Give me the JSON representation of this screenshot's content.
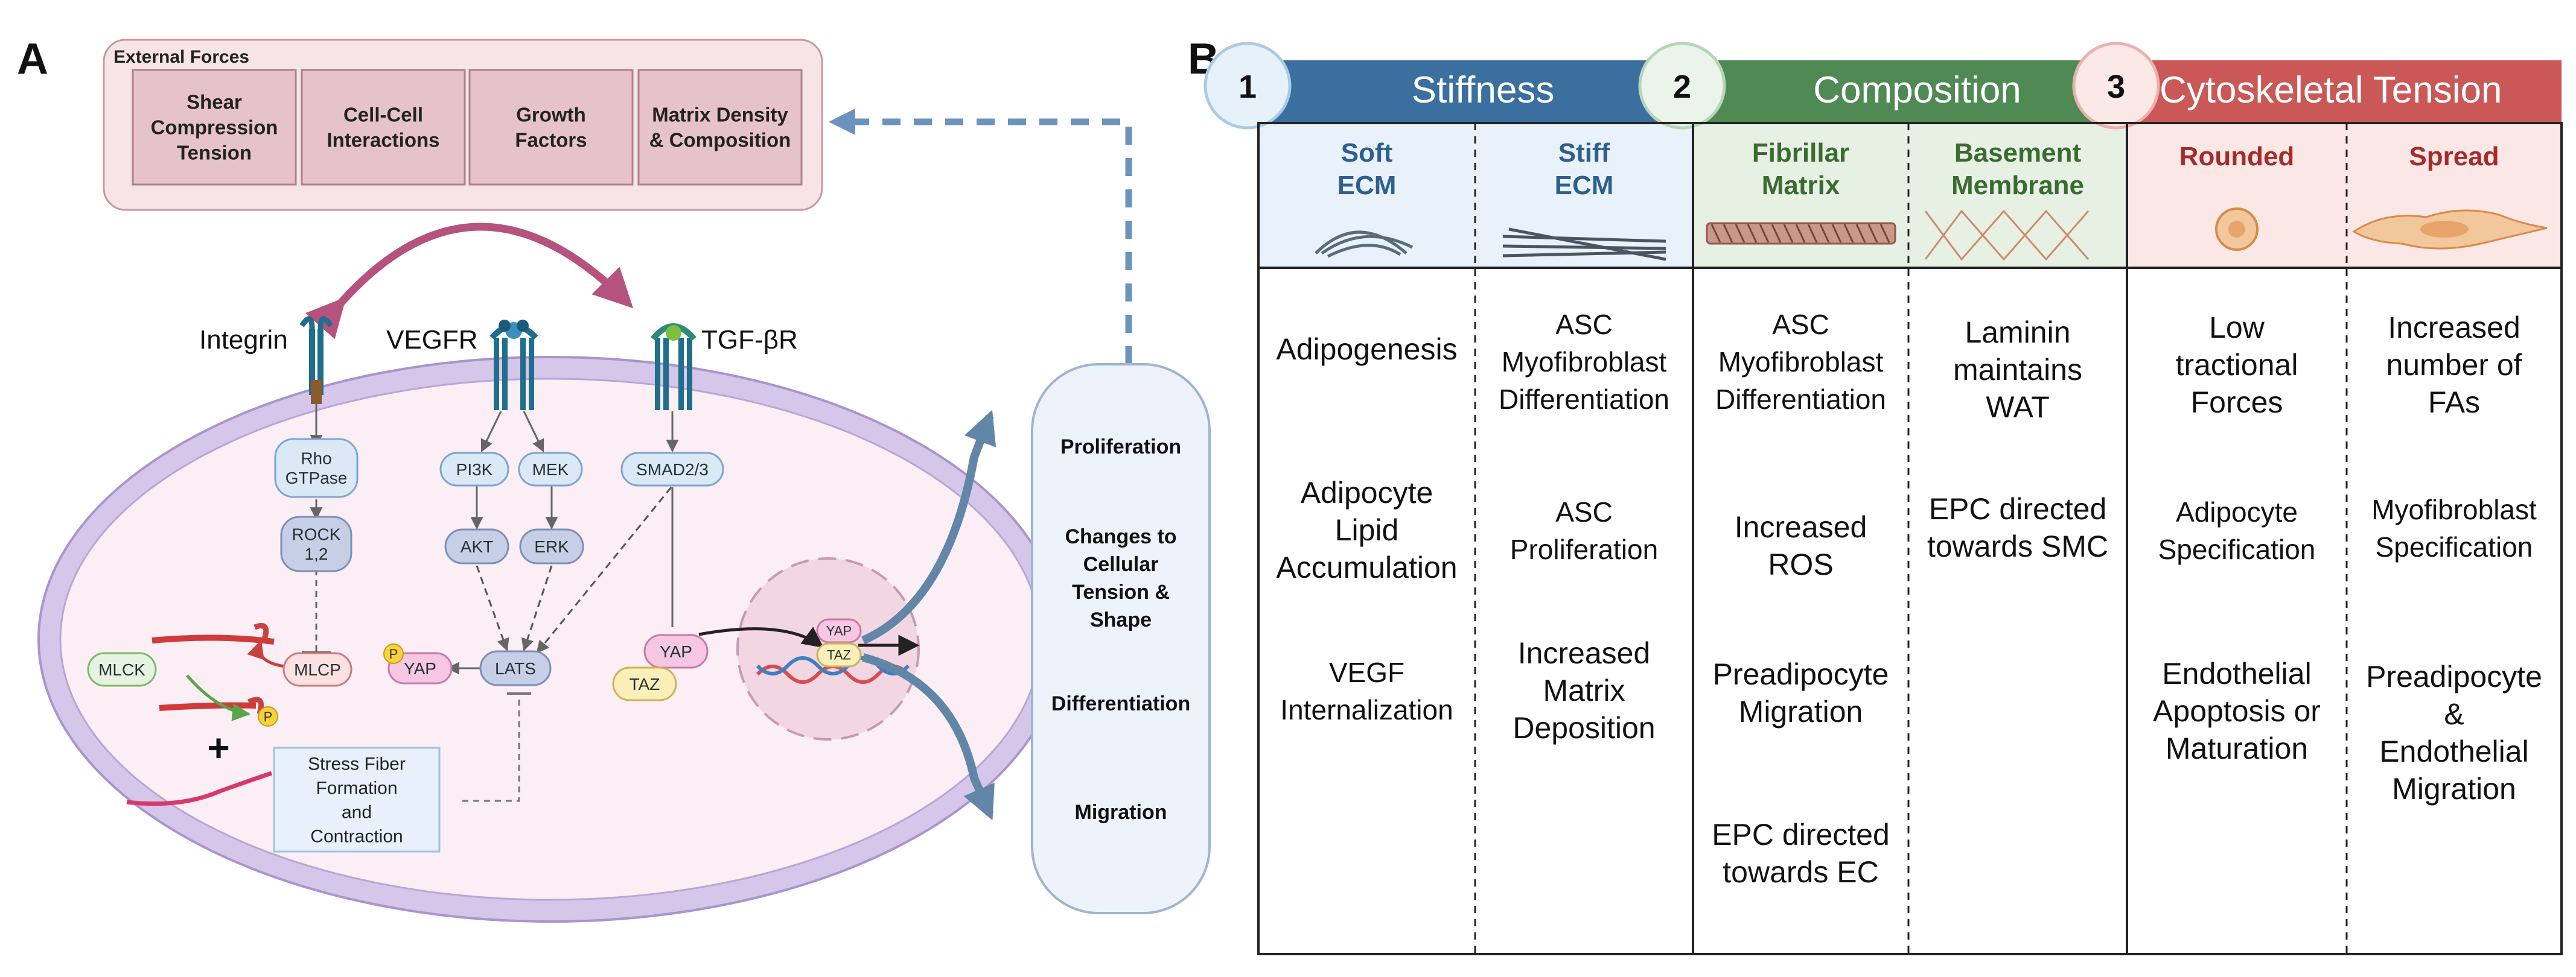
{
  "panel_a": {
    "letter": "A",
    "external_forces": {
      "title": "External Forces",
      "items": [
        [
          "Shear",
          "Compression",
          "Tension"
        ],
        [
          "Cell-Cell",
          "Interactions"
        ],
        [
          "Growth",
          "Factors"
        ],
        [
          "Matrix Density",
          "& Composition"
        ]
      ]
    },
    "receptors": {
      "integrin": "Integrin",
      "vegfr": "VEGFR",
      "tgfbr": "TGF-βR"
    },
    "nodes": {
      "rho": [
        "Rho",
        "GTPase"
      ],
      "rock": [
        "ROCK",
        "1,2"
      ],
      "pi3k": "PI3K",
      "mek": "MEK",
      "akt": "AKT",
      "erk": "ERK",
      "smad": "SMAD2/3",
      "lats": "LATS",
      "yap_p": "YAP",
      "p": "P",
      "mlck": "MLCK",
      "mlcp": "MLCP",
      "plus": "+",
      "yap_c": "YAP",
      "taz_c": "TAZ",
      "yap_n": "YAP",
      "taz_n": "TAZ"
    },
    "stress_fiber": [
      "Stress Fiber",
      "Formation",
      "and",
      "Contraction"
    ],
    "outcomes": [
      [
        "Proliferation"
      ],
      [
        "Changes to",
        "Cellular",
        "Tension &",
        "Shape"
      ],
      [
        "Differentiation"
      ],
      [
        "Migration"
      ]
    ]
  },
  "panel_b": {
    "letter": "B",
    "groups": [
      {
        "num": "1",
        "title": "Stiffness",
        "color": "#3a6fa0",
        "circle_bg": "#e6f1fa",
        "circle_stroke": "#aacbe6",
        "sub_bg": "#e9f2fb",
        "label_color": "#2d5f8f",
        "subs": [
          [
            "Soft",
            "ECM"
          ],
          [
            "Stiff",
            "ECM"
          ]
        ]
      },
      {
        "num": "2",
        "title": "Composition",
        "color": "#4f8a55",
        "circle_bg": "#eaf4ea",
        "circle_stroke": "#b7d6b7",
        "sub_bg": "#e6f1e3",
        "label_color": "#3c6a33",
        "subs": [
          [
            "Fibrillar",
            "Matrix"
          ],
          [
            "Basement",
            "Membrane"
          ]
        ]
      },
      {
        "num": "3",
        "title": "Cytoskeletal Tension",
        "color": "#c95856",
        "circle_bg": "#fbe9e8",
        "circle_stroke": "#eab1ae",
        "sub_bg": "#fbe7e6",
        "label_color": "#a52c2c",
        "subs": [
          [
            "Rounded"
          ],
          [
            "Spread"
          ]
        ]
      }
    ],
    "columns": [
      [
        {
          "lines": [
            "Adipogenesis"
          ]
        },
        {
          "lines": [
            "Adipocyte",
            "Lipid",
            "Accumulation"
          ]
        },
        {
          "lines": [
            "VEGF",
            "Internalization"
          ]
        }
      ],
      [
        {
          "lines": [
            "ASC",
            "Myofibroblast",
            "Differentiation"
          ]
        },
        {
          "lines": [
            "ASC",
            "Proliferation"
          ]
        },
        {
          "lines": [
            "Increased",
            "Matrix",
            "Deposition"
          ]
        }
      ],
      [
        {
          "lines": [
            "ASC",
            "Myofibroblast",
            "Differentiation"
          ]
        },
        {
          "lines": [
            "Increased",
            "ROS"
          ]
        },
        {
          "lines": [
            "Preadipocyte",
            "Migration"
          ]
        },
        {
          "lines": [
            "EPC directed",
            "towards EC"
          ]
        }
      ],
      [
        {
          "lines": [
            "Laminin",
            "maintains",
            "WAT"
          ]
        },
        {
          "lines": [
            "EPC directed",
            "towards SMC"
          ]
        }
      ],
      [
        {
          "lines": [
            "Low",
            "tractional",
            "Forces"
          ]
        },
        {
          "lines": [
            "Adipocyte",
            "Specification"
          ]
        },
        {
          "lines": [
            "Endothelial",
            "Apoptosis or",
            "Maturation"
          ]
        }
      ],
      [
        {
          "lines": [
            "Increased",
            "number of",
            "FAs"
          ]
        },
        {
          "lines": [
            "Myofibroblast",
            "Specification"
          ]
        },
        {
          "lines": [
            "Preadipocyte",
            "&",
            "Endothelial",
            "Migration"
          ]
        }
      ]
    ]
  }
}
